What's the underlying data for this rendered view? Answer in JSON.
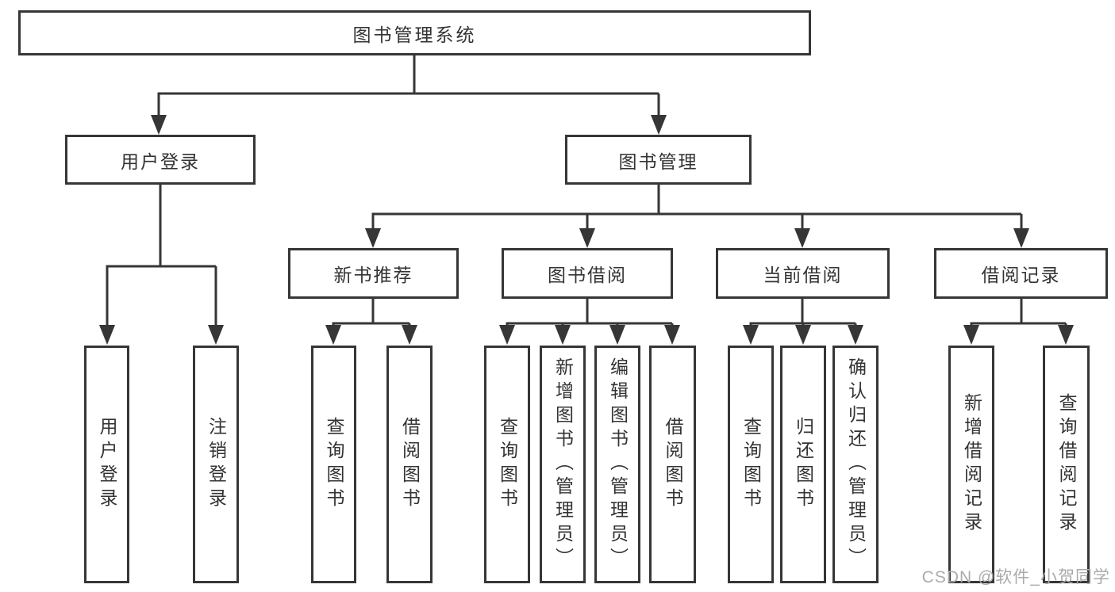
{
  "diagram": {
    "root": "图书管理系统",
    "level2": [
      "用户登录",
      "图书管理"
    ],
    "level3": [
      "新书推荐",
      "图书借阅",
      "当前借阅",
      "借阅记录"
    ],
    "leaf_groups": [
      {
        "parent": "用户登录",
        "items": [
          "用户登录",
          "注销登录"
        ]
      },
      {
        "parent": "新书推荐",
        "items": [
          "查询图书",
          "借阅图书"
        ]
      },
      {
        "parent": "图书借阅",
        "items": [
          "查询图书",
          "新增图书（管理员）",
          "编辑图书（管理员）",
          "借阅图书"
        ]
      },
      {
        "parent": "当前借阅",
        "items": [
          "查询图书",
          "归还图书",
          "确认归还（管理员）"
        ]
      },
      {
        "parent": "借阅记录",
        "items": [
          "新增借阅记录",
          "查询借阅记录"
        ]
      }
    ]
  },
  "watermark": "CSDN @软件_小贺同学",
  "colors": {
    "line": "#363636",
    "text": "#333333",
    "watermark": "#ababab",
    "background": "#ffffff"
  }
}
